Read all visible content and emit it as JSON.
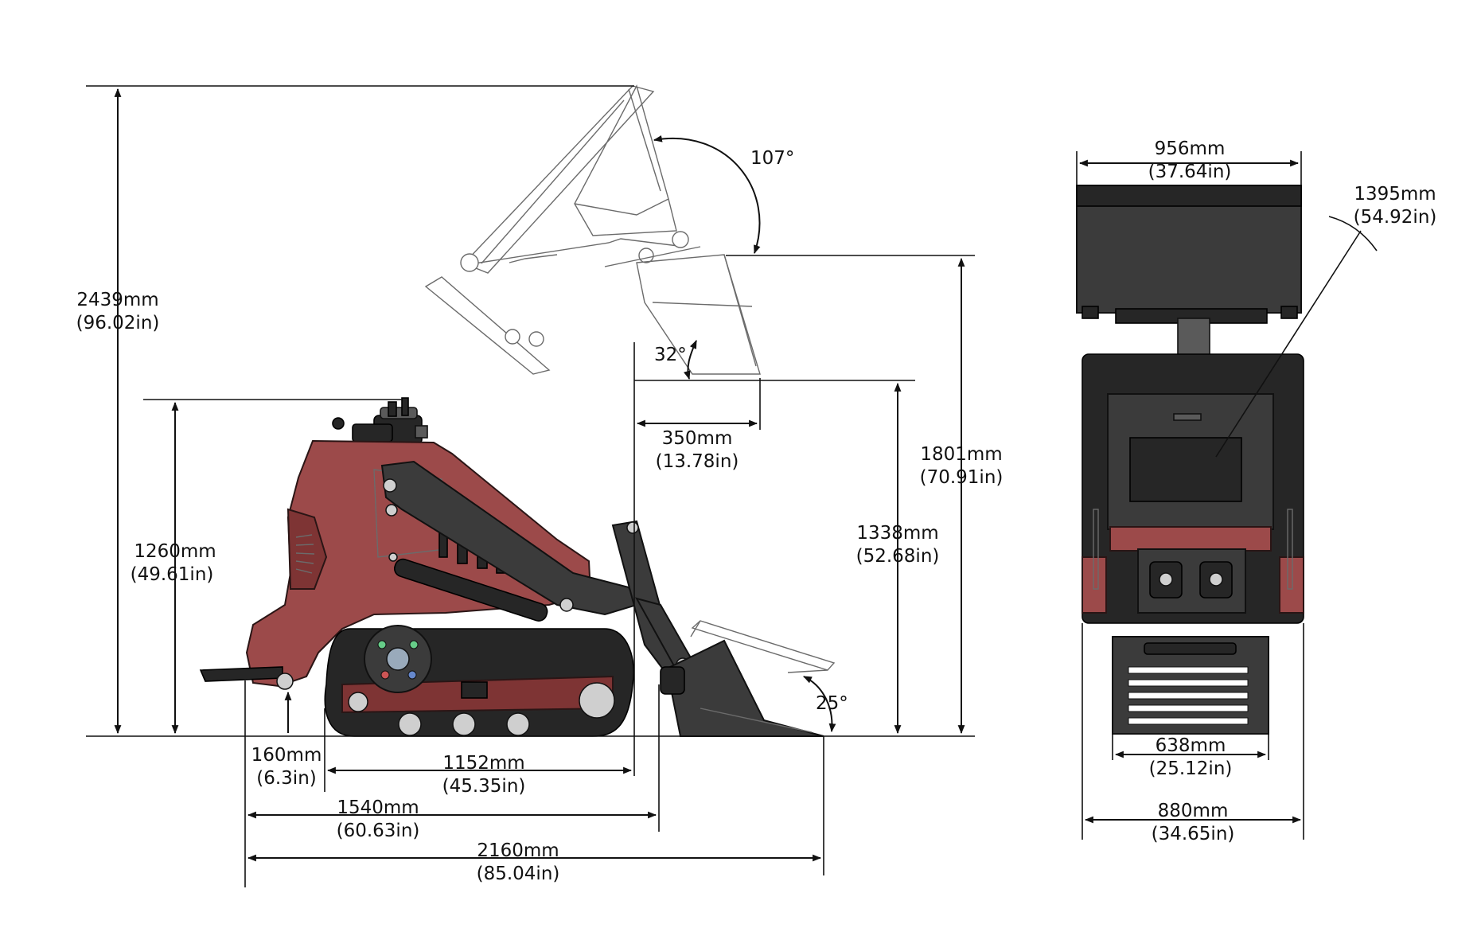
{
  "side_view": {
    "overall_height": {
      "mm": "2439mm",
      "in": "(96.02in)"
    },
    "machine_height": {
      "mm": "1260mm",
      "in": "(49.61in)"
    },
    "ground_clearance": {
      "mm": "160mm",
      "in": "(6.3in)"
    },
    "track_length": {
      "mm": "1152mm",
      "in": "(45.35in)"
    },
    "length_no_bucket": {
      "mm": "1540mm",
      "in": "(60.63in)"
    },
    "overall_length": {
      "mm": "2160mm",
      "in": "(85.04in)"
    },
    "dump_reach": {
      "mm": "350mm",
      "in": "(13.78in)"
    },
    "dump_height": {
      "mm": "1338mm",
      "in": "(52.68in)"
    },
    "hinge_pin_height": {
      "mm": "1801mm",
      "in": "(70.91in)"
    },
    "rollback_angle": "107°",
    "dump_angle": "32°",
    "ground_angle": "25°"
  },
  "front_view": {
    "bucket_width": {
      "mm": "956mm",
      "in": "(37.64in)"
    },
    "turning_radius": {
      "mm": "1395mm",
      "in": "(54.92in)"
    },
    "track_gauge": {
      "mm": "638mm",
      "in": "(25.12in)"
    },
    "overall_width": {
      "mm": "880mm",
      "in": "(34.65in)"
    }
  },
  "colors": {
    "body": "#9c4a4a",
    "attachment": "#3b3b3b",
    "lines": "#111111"
  }
}
